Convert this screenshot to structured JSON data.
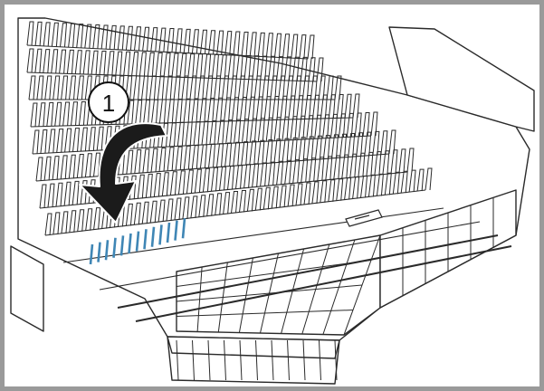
{
  "figure": {
    "step_number": "1",
    "colors": {
      "frame": "#9a9a9a",
      "line": "#2a2a2a",
      "fill": "#ffffff",
      "accent": "#3f86b5",
      "arrow": "#1b1b1b"
    },
    "icons": {
      "step_marker": "circled-number",
      "direction": "curved-down-arrow"
    }
  }
}
